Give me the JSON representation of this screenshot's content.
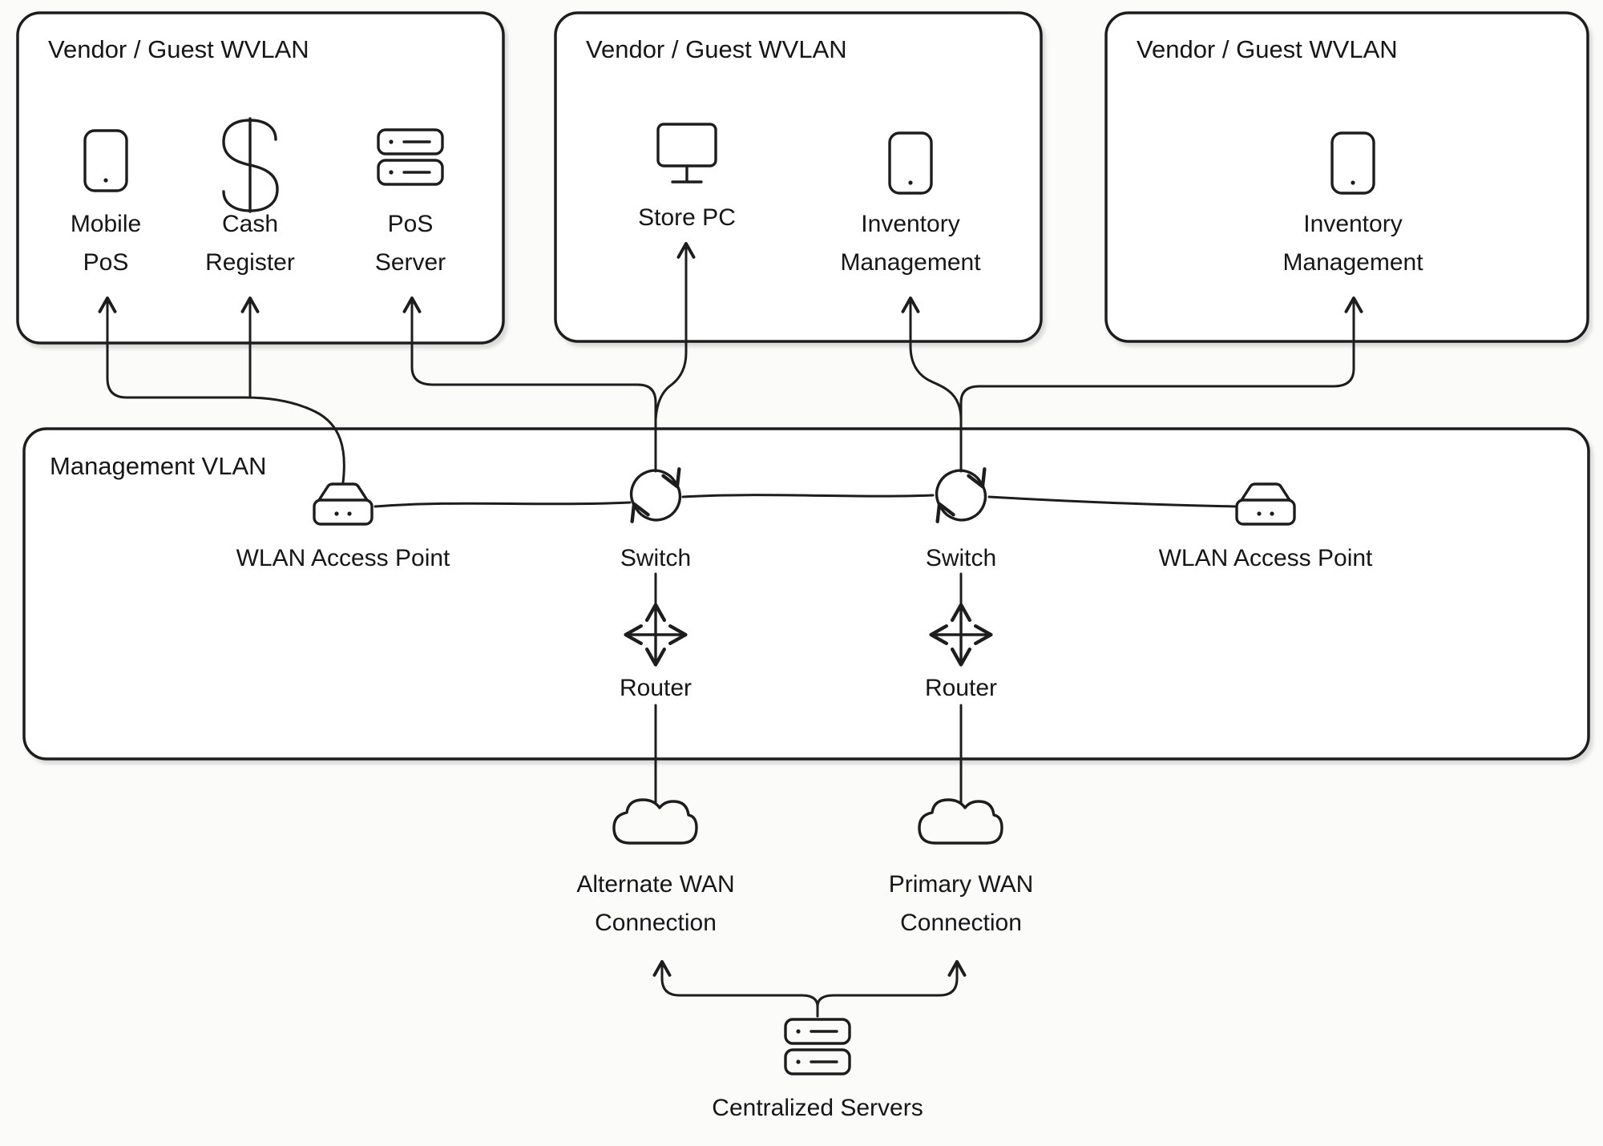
{
  "groups": {
    "wvlan_left": {
      "title": "Vendor / Guest WVLAN"
    },
    "wvlan_center": {
      "title": "Vendor / Guest WVLAN"
    },
    "wvlan_right": {
      "title": "Vendor / Guest WVLAN"
    },
    "management": {
      "title": "Management VLAN"
    }
  },
  "nodes": {
    "mobile_pos": {
      "line1": "Mobile",
      "line2": "PoS",
      "icon": "tablet-icon"
    },
    "cash_register": {
      "line1": "Cash",
      "line2": "Register",
      "icon": "dollar-icon"
    },
    "pos_server": {
      "line1": "PoS",
      "line2": "Server",
      "icon": "server-icon"
    },
    "store_pc": {
      "label": "Store PC",
      "icon": "monitor-icon"
    },
    "inventory_center": {
      "line1": "Inventory",
      "line2": "Management",
      "icon": "tablet-icon"
    },
    "inventory_right": {
      "line1": "Inventory",
      "line2": "Management",
      "icon": "tablet-icon"
    },
    "wlan_ap_left": {
      "label": "WLAN Access Point",
      "icon": "access-point-icon"
    },
    "switch_left": {
      "label": "Switch",
      "icon": "switch-icon"
    },
    "switch_right": {
      "label": "Switch",
      "icon": "switch-icon"
    },
    "wlan_ap_right": {
      "label": "WLAN Access Point",
      "icon": "access-point-icon"
    },
    "router_left": {
      "label": "Router",
      "icon": "router-icon"
    },
    "router_right": {
      "label": "Router",
      "icon": "router-icon"
    },
    "alternate_wan": {
      "line1": "Alternate WAN",
      "line2": "Connection",
      "icon": "cloud-icon"
    },
    "primary_wan": {
      "line1": "Primary WAN",
      "line2": "Connection",
      "icon": "cloud-icon"
    },
    "centralized_servers": {
      "label": "Centralized Servers",
      "icon": "server-stack-icon"
    }
  },
  "colors": {
    "stroke": "#1d1d1d",
    "box_fill": "#ffffff",
    "page_bg": "#fbfbfa",
    "text": "#161616"
  }
}
